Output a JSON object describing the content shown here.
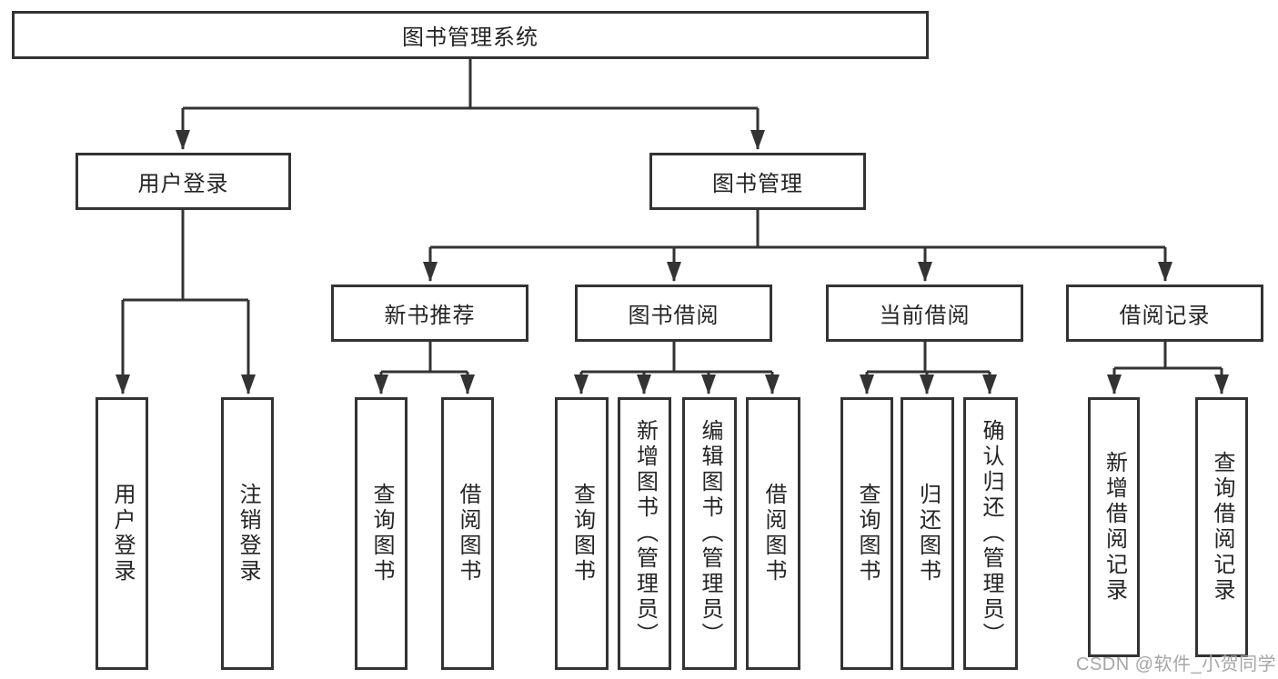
{
  "page": {
    "colors": {
      "line": "#333333",
      "text": "#242424",
      "background": "#ffffff",
      "watermark": "#a6a6a6"
    }
  },
  "watermark": {
    "text": "CSDN @软件_小贺同学"
  },
  "tree": {
    "root": {
      "label": "图书管理系统"
    },
    "level2": [
      {
        "label": "用户登录"
      },
      {
        "label": "图书管理"
      }
    ],
    "level3": [
      {
        "label": "新书推荐"
      },
      {
        "label": "图书借阅"
      },
      {
        "label": "当前借阅"
      },
      {
        "label": "借阅记录"
      }
    ],
    "leaves": [
      {
        "label": "用户登录"
      },
      {
        "label": "注销登录"
      },
      {
        "label": "查询图书"
      },
      {
        "label": "借阅图书"
      },
      {
        "label": "查询图书"
      },
      {
        "label": "新增图书（管理员）"
      },
      {
        "label": "编辑图书（管理员）"
      },
      {
        "label": "借阅图书"
      },
      {
        "label": "查询图书"
      },
      {
        "label": "归还图书"
      },
      {
        "label": "确认归还（管理员）"
      },
      {
        "label": "新增借阅记录"
      },
      {
        "label": "查询借阅记录"
      }
    ]
  }
}
